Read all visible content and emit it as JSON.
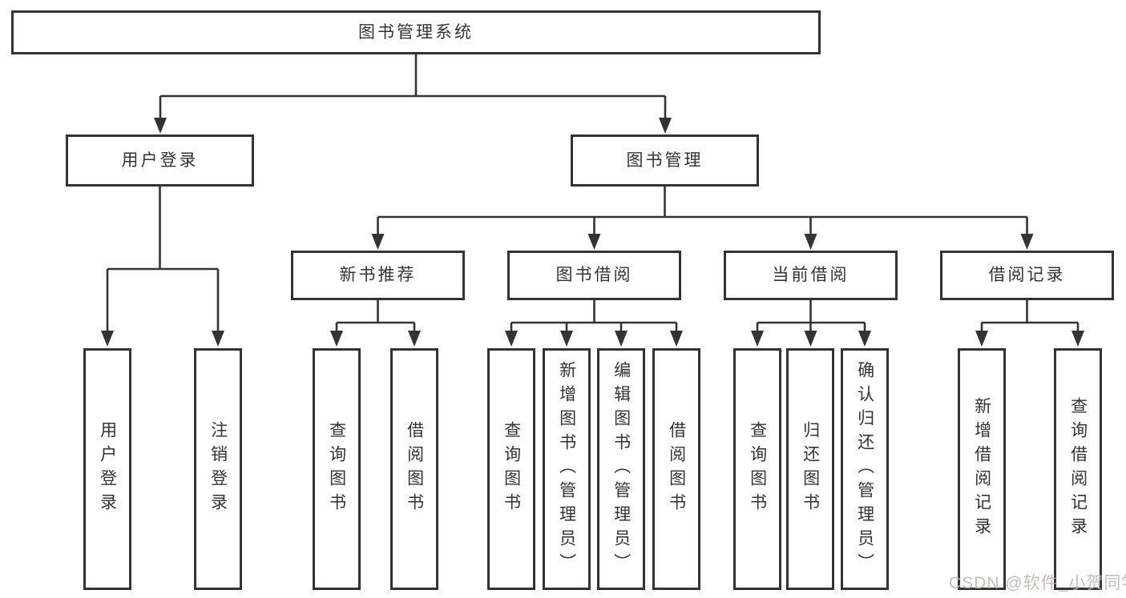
{
  "diagram": {
    "type": "tree",
    "title_node": "root",
    "hierarchy": [
      {
        "parent": "图书管理系统",
        "children": [
          "用户登录",
          "图书管理"
        ]
      },
      {
        "parent": "用户登录",
        "children": [
          "用户登录",
          "注销登录"
        ]
      },
      {
        "parent": "图书管理",
        "children": [
          "新书推荐",
          "图书借阅",
          "当前借阅",
          "借阅记录"
        ]
      },
      {
        "parent": "新书推荐",
        "children": [
          "查询图书",
          "借阅图书"
        ]
      },
      {
        "parent": "图书借阅",
        "children": [
          "查询图书",
          "新增图书（管理员）",
          "编辑图书（管理员）",
          "借阅图书"
        ]
      },
      {
        "parent": "当前借阅",
        "children": [
          "查询图书",
          "归还图书",
          "确认归还（管理员）"
        ]
      },
      {
        "parent": "借阅记录",
        "children": [
          "新增借阅记录",
          "查询借阅记录"
        ]
      }
    ]
  },
  "nodes": {
    "root": {
      "label": "图书管理系统"
    },
    "userLogin": {
      "label": "用户登录"
    },
    "bookMgmt": {
      "label": "图书管理"
    },
    "newBooks": {
      "label": "新书推荐"
    },
    "bookBorrow": {
      "label": "图书借阅"
    },
    "currentBorrow": {
      "label": "当前借阅"
    },
    "borrowRecords": {
      "label": "借阅记录"
    },
    "login": {
      "label": "用户登录"
    },
    "logout": {
      "label": "注销登录"
    },
    "nbQuery": {
      "label": "查询图书"
    },
    "nbBorrow": {
      "label": "借阅图书"
    },
    "bbQuery": {
      "label": "查询图书"
    },
    "bbAdd": {
      "label": "新增图书（管理员）"
    },
    "bbEdit": {
      "label": "编辑图书（管理员）"
    },
    "bbBorrow": {
      "label": "借阅图书"
    },
    "cbQuery": {
      "label": "查询图书"
    },
    "cbReturn": {
      "label": "归还图书"
    },
    "cbConfirm": {
      "label": "确认归还（管理员）"
    },
    "brAdd": {
      "label": "新增借阅记录"
    },
    "brQuery": {
      "label": "查询借阅记录"
    }
  },
  "colors": {
    "line": "#333333",
    "node_border": "#333333",
    "node_fill": "#ffffff",
    "text": "#333333",
    "watermark": "#b9b2b2"
  },
  "watermark": {
    "text": "CSDN @软件_小贺同学"
  }
}
